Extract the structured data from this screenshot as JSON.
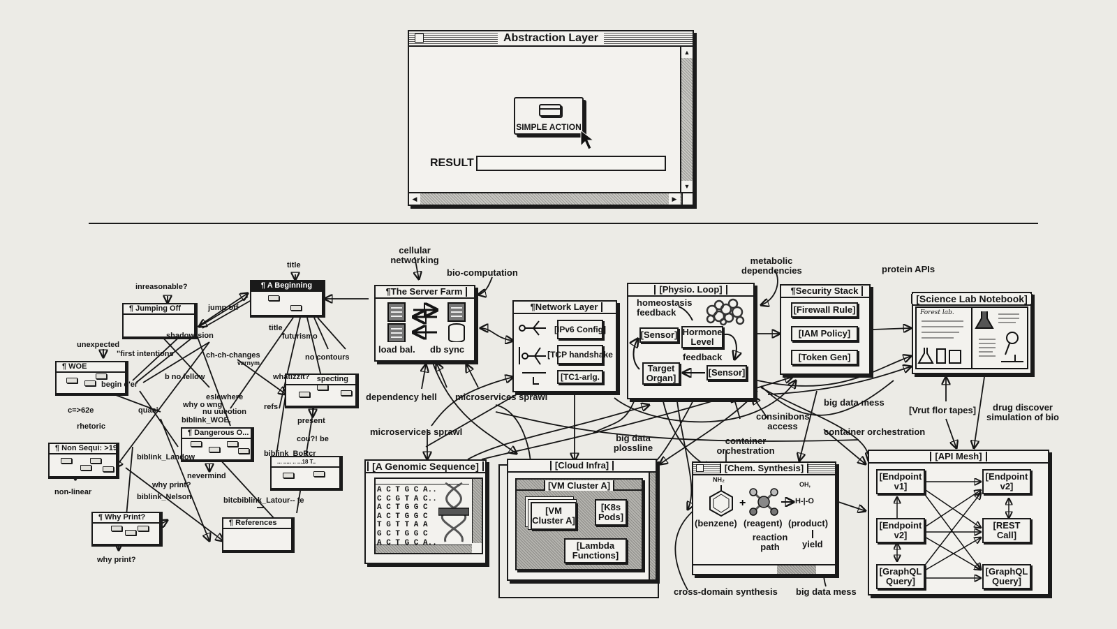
{
  "top_window": {
    "title": "Abstraction Layer",
    "button_label": "SIMPLE ACTION",
    "result_label": "RESULT",
    "result_value": ""
  },
  "left_graph": {
    "cards": {
      "jumping_off": "¶ Jumping Off",
      "a_beginning": "¶ A Beginning",
      "woe": "¶ WOE",
      "non_sequi": "¶ Non Sequi: >19",
      "dangerous": "¶ Dangerous O...",
      "specting": "specting",
      "biblink_box": "... ..... .. ...18 T..",
      "why_print": "¶ Why Print?",
      "references": "¶ References"
    },
    "labels": {
      "inreasonable": "inreasonable?",
      "title_top": "title",
      "jump_off": "jump off",
      "unexpected": "unexpected",
      "shadowrsion": "shadowrsion",
      "first_intentions": "\"first intentions",
      "title_mid": "title",
      "futurismo": "futurismo",
      "ch_changes": "ch-ch-changes",
      "varnym": "varnym",
      "no_contours": "no contours",
      "begin_oer": "begin o'er",
      "no_fellow": "b no fellow",
      "whatizzit": "whatizzit?",
      "c62e": "c=>62e",
      "eslewhere": "eslewhere",
      "why_o_wng": "why o wng",
      "nu_uueotion": "nu uueotion",
      "refs": "refs",
      "rhetoric": "rhetoric",
      "quasi": "quasi",
      "biblink_woe": "biblink_WOE.",
      "present": "present",
      "coul_be": "cou?! be",
      "biblink_borcr": "biblink_BoRcr",
      "biblink_landow": "biblink_Landow",
      "nevermind": "nevermind",
      "non_linear": "non-linear",
      "why_print_q": "why print?",
      "biblink_nelson": "biblink_Nelson",
      "bitcbiblink_latour": "bitcbiblink_Latour-- te",
      "why_print_bottom": "why print?"
    }
  },
  "right_graph": {
    "server_farm": {
      "title": "¶The Server Farm",
      "labels": [
        "load bal.",
        "db sync"
      ]
    },
    "network_layer": {
      "title": "¶Network Layer",
      "boxes": [
        "[IPv6 Config]",
        "[TCP handshake",
        "[TC1-arlg."
      ]
    },
    "physio_loop": {
      "title": "[Physio. Loop]",
      "caption": "homeostasis feedback",
      "boxes": [
        "[Sensor]",
        "Hormone Level",
        "Target Organ]",
        "[Sensor]"
      ],
      "feedback": "feedback"
    },
    "security_stack": {
      "title": "¶Security Stack",
      "boxes": [
        "[Firewall Rule]",
        "[IAM Policy]",
        "[Token Gen]"
      ]
    },
    "lab_notebook": {
      "title": "[Science Lab Notebook]",
      "page_heading": "Forest lab."
    },
    "genomic": {
      "title": "[A Genomic Sequence]",
      "rows": [
        "A C T G C A..",
        "C C G T A C..",
        "A C T G G C",
        "A C T G G C",
        "T G T T A A",
        "G C T G G C",
        "A C T G C A.."
      ]
    },
    "cloud_infra": {
      "title": "[Cloud Infra]",
      "inner_title": "[VM Cluster A]",
      "boxes": [
        "[VM Cluster A]",
        "[K8s Pods]",
        "[Lambda Functions]"
      ]
    },
    "chem_synthesis": {
      "title": "[Chem. Synthesis]",
      "nh2": "NH₂",
      "oh": "OH,",
      "product_formula": "H-|-O",
      "captions": [
        "(benzene)",
        "(reagent)",
        "(product)"
      ],
      "reaction_path": "reaction path",
      "yield": "yield"
    },
    "api_mesh": {
      "title": "[API Mesh]",
      "left": [
        "[Endpoint v1]",
        "[Endpoint v2]",
        "[GraphQL Query]"
      ],
      "right": [
        "[Endpoint v2]",
        "[REST Call]",
        "[GraphQL Query]"
      ]
    },
    "labels": {
      "cellular_networking": "cellular networking",
      "bio_computation": "bio-computation",
      "metabolic_dependencies": "metabolic dependencies",
      "protein_apis": "protein APIs",
      "dependency_hell": "dependency hell",
      "microservices_sprawl_1": "microservices sprawl",
      "microservices_sprawl_2": "microservices sprawl",
      "big_data_plossline": "big data plossline",
      "container_orchestration_1": "container orchestration",
      "consinibons_access": "consinibons access",
      "big_data_mess_1": "big data mess",
      "container_orchestration_2": "container orchestration",
      "vrut_flor_tapes": "[Vrut flor tapes]",
      "drug_discover": "drug discover simulation of bio",
      "cross_domain": "cross-domain synthesis",
      "big_data_mess_2": "big data mess"
    }
  }
}
